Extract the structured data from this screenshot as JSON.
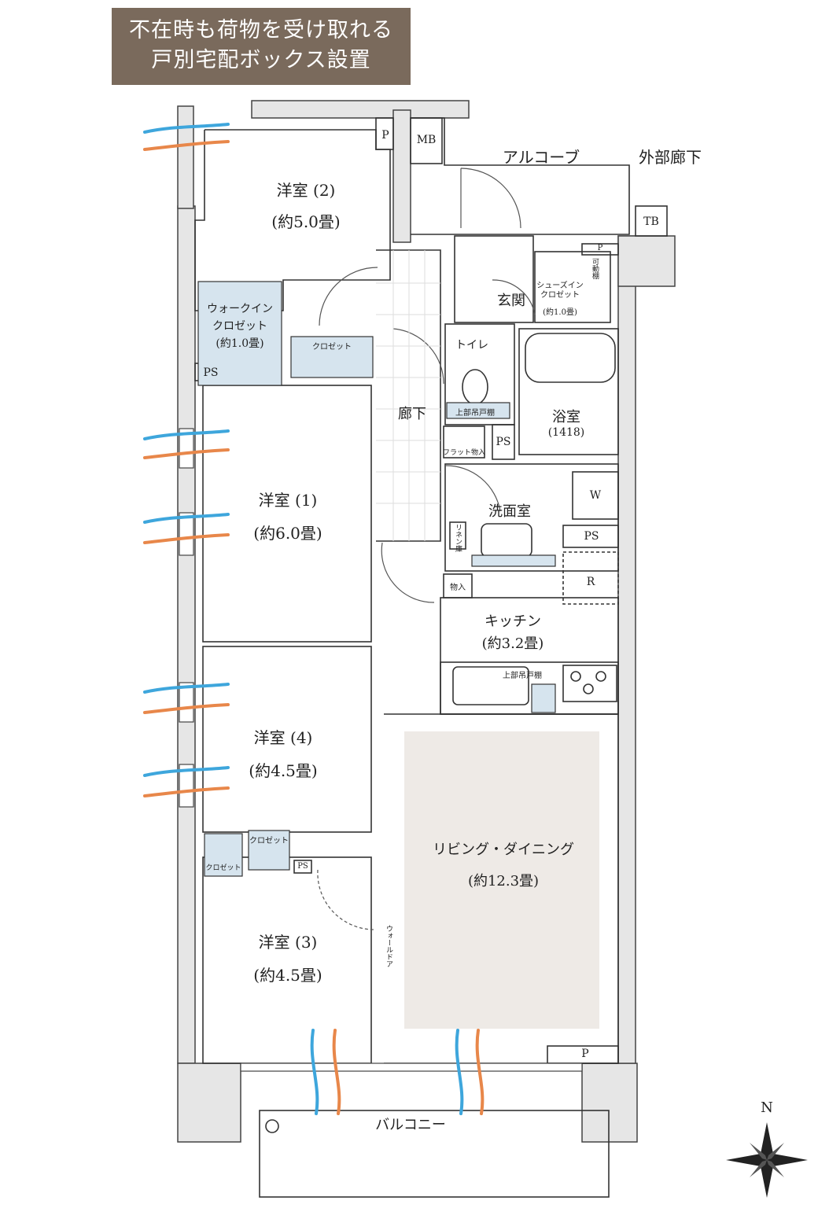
{
  "banner": {
    "line1": "不在時も荷物を受け取れる",
    "line2": "戸別宅配ボックス設置"
  },
  "rooms": {
    "western2": {
      "name": "洋室 (2)",
      "size": "(約5.0畳)"
    },
    "western1": {
      "name": "洋室 (1)",
      "size": "(約6.0畳)"
    },
    "western4": {
      "name": "洋室 (4)",
      "size": "(約4.5畳)"
    },
    "western3": {
      "name": "洋室 (3)",
      "size": "(約4.5畳)"
    },
    "kitchen": {
      "name": "キッチン",
      "size": "(約3.2畳)"
    },
    "living": {
      "name": "リビング・ダイニング",
      "size": "(約12.3畳)"
    },
    "walkin": {
      "line1": "ウォークイン",
      "line2": "クロゼット",
      "line3": "(約1.0畳)"
    },
    "shoes": {
      "line1": "シューズイン",
      "line2": "クロゼット",
      "line3": "(約1.0畳)"
    },
    "bath": {
      "name": "浴室",
      "size": "(1418)"
    }
  },
  "labels": {
    "alcove": "アルコーブ",
    "outer_corridor": "外部廊下",
    "mb": "MB",
    "tb": "TB",
    "entrance": "玄関",
    "toilet": "トイレ",
    "corridor": "廊下",
    "washroom": "洗面室",
    "closet": "クロゼット",
    "upper_cabinet": "上部吊戸棚",
    "flat_storage": "フラット物入",
    "storage": "物入",
    "linen": "リネン庫",
    "movable_shelf": "可動棚",
    "washer": "W",
    "fridge": "R",
    "ps": "PS",
    "p": "P",
    "wall_door": "ウォールドア",
    "balcony": "バルコニー",
    "north": "N"
  },
  "colors": {
    "banner": "#7a6a5c",
    "closet_fill": "#d6e4ee",
    "living_fill": "#eeeae6",
    "wind_blue": "#3ea6dc",
    "wind_orange": "#e8874a",
    "wall": "#e6e6e6"
  }
}
